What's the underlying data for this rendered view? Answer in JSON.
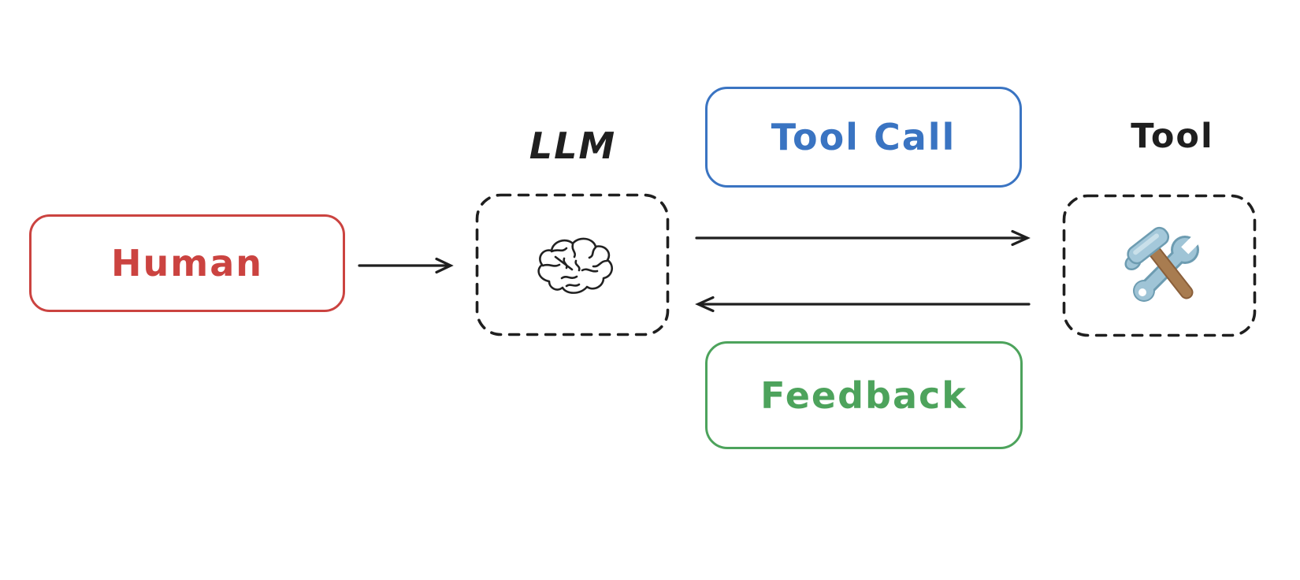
{
  "diagram": {
    "background": "#ffffff",
    "stroke_color": "#1f1f1f",
    "nodes": {
      "human": {
        "label": "Human",
        "color": "#cb4340",
        "shape": "rounded-rect"
      },
      "llm": {
        "label": "LLM",
        "icon": "brain-icon",
        "shape": "dashed-rounded-rect"
      },
      "tool": {
        "label": "Tool",
        "icon": "hammer-wrench-icon",
        "shape": "dashed-rounded-rect"
      }
    },
    "edge_labels": {
      "tool_call": {
        "label": "Tool Call",
        "color": "#3a74c2"
      },
      "feedback": {
        "label": "Feedback",
        "color": "#4da35c"
      }
    },
    "edges": [
      {
        "from": "human",
        "to": "llm",
        "direction": "right"
      },
      {
        "from": "llm",
        "to": "tool",
        "direction": "right",
        "label": "Tool Call"
      },
      {
        "from": "tool",
        "to": "llm",
        "direction": "left",
        "label": "Feedback"
      }
    ]
  }
}
